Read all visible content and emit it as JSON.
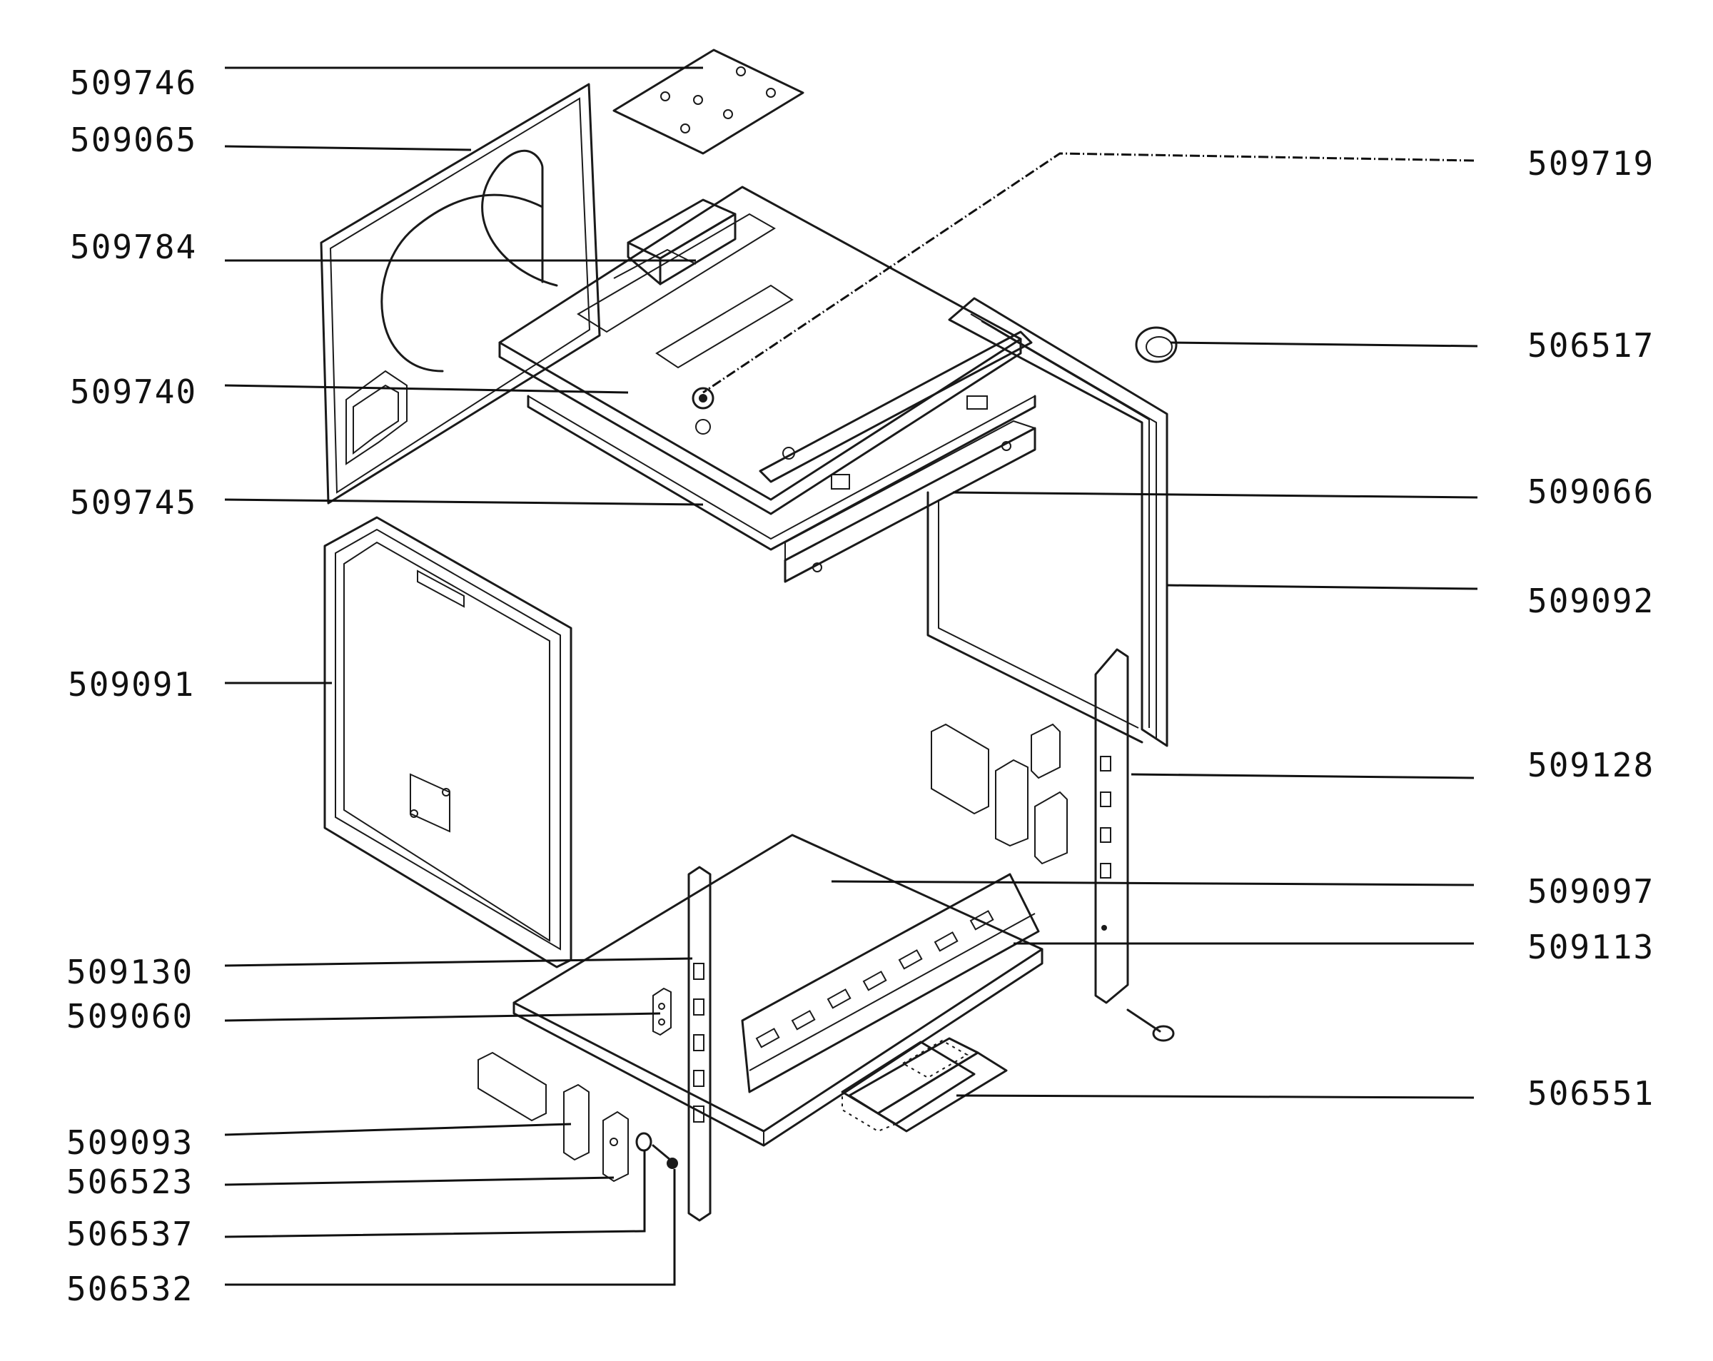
{
  "labels": {
    "l509746": "509746",
    "l509065": "509065",
    "l509784": "509784",
    "l509740": "509740",
    "l509745": "509745",
    "l509091": "509091",
    "l509130": "509130",
    "l509060": "509060",
    "l509093": "509093",
    "l506523": "506523",
    "l506537": "506537",
    "l506532": "506532",
    "l509719": "509719",
    "l506517": "506517",
    "l509066": "509066",
    "l509092": "509092",
    "l509128": "509128",
    "l509097": "509097",
    "l509113": "509113",
    "l506551": "506551"
  }
}
